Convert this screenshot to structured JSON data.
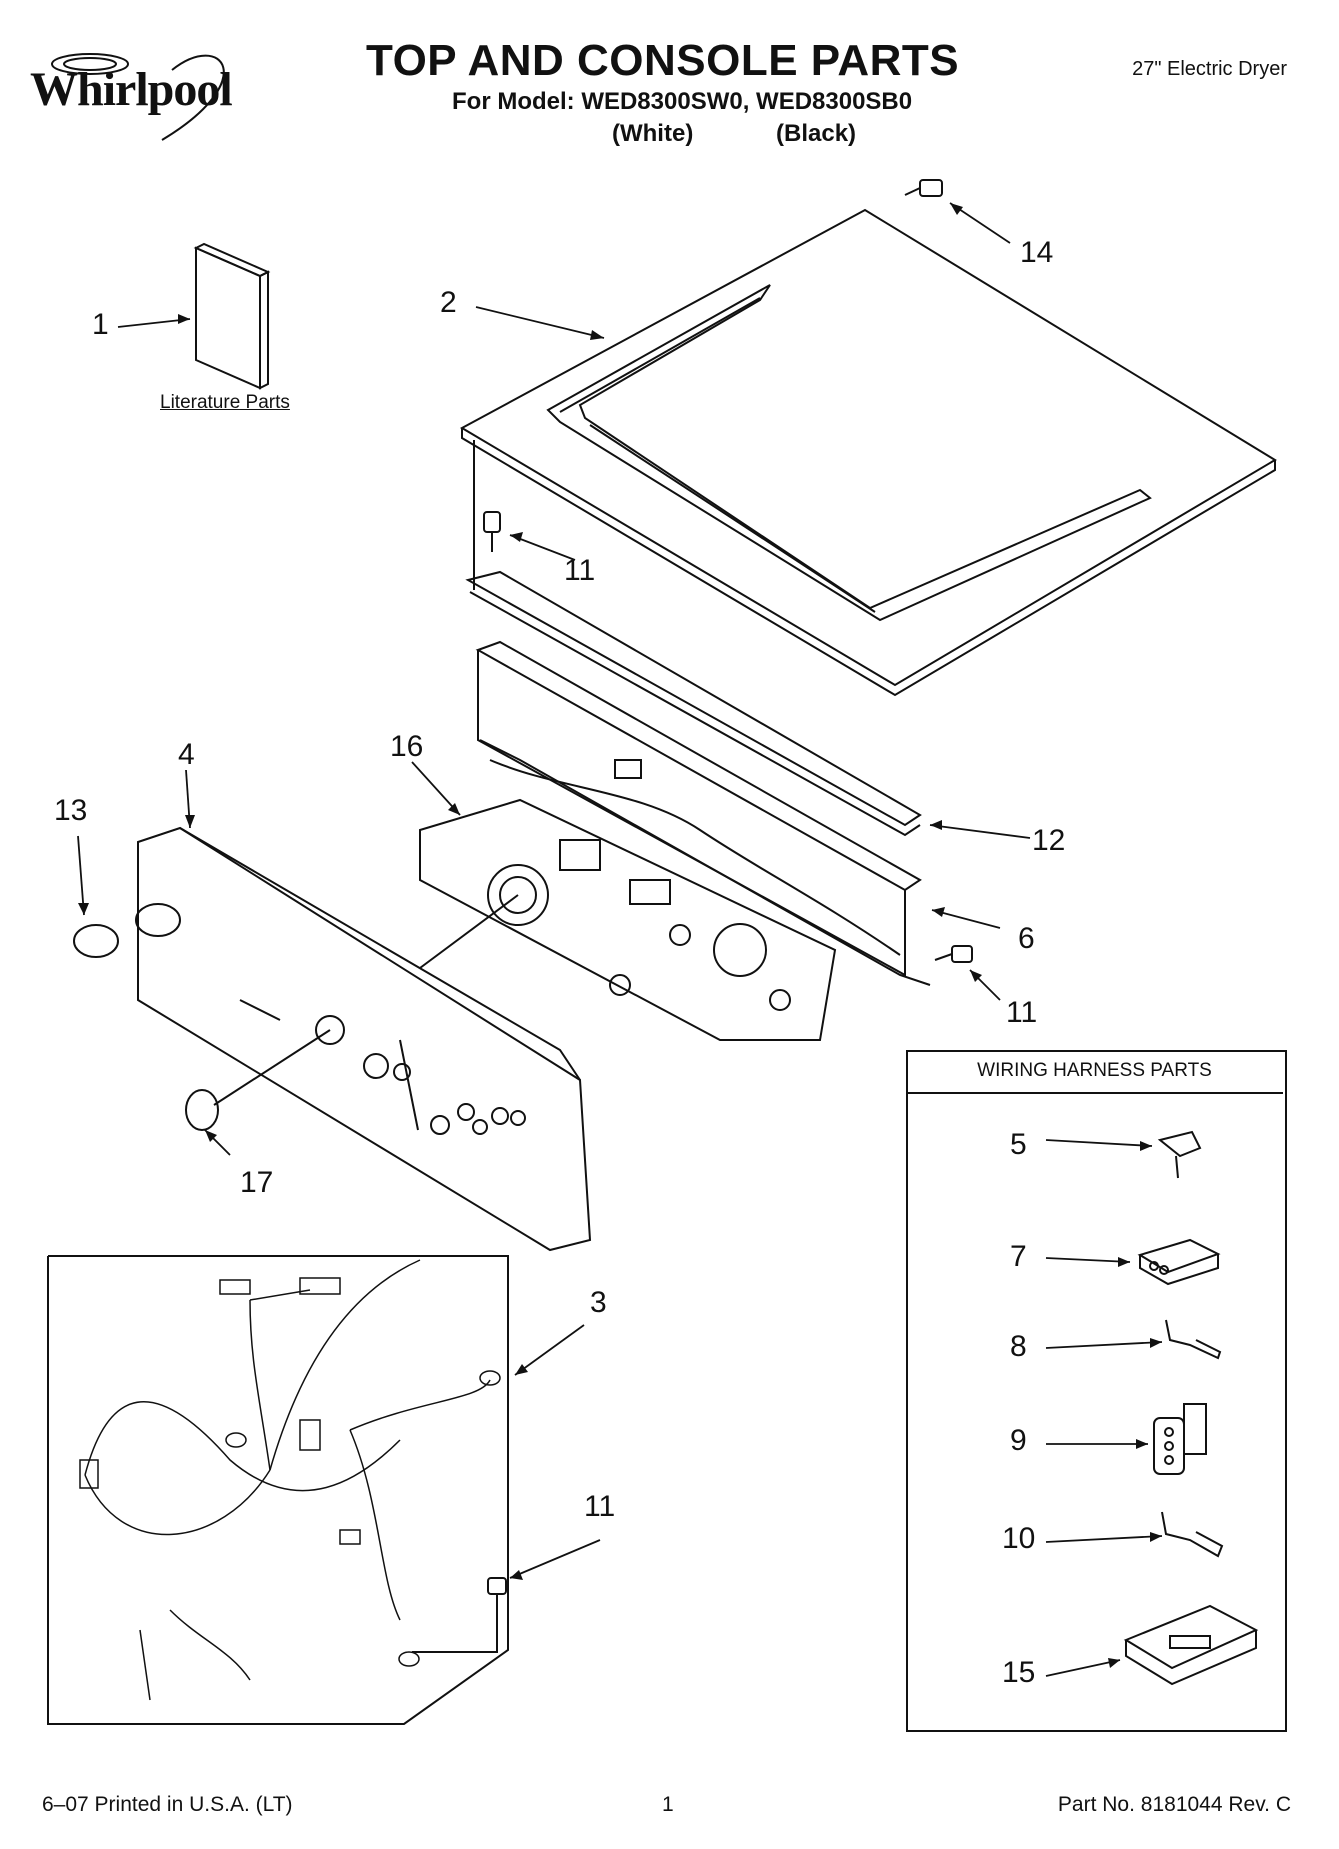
{
  "header": {
    "brand": "Whirlpool",
    "title": "TOP AND CONSOLE PARTS",
    "subtitle": "For Model: WED8300SW0, WED8300SB0",
    "variant_white": "(White)",
    "variant_black": "(Black)",
    "product_type": "27\" Electric Dryer"
  },
  "literature_label": "Literature Parts",
  "wiring_harness_title": "WIRING HARNESS PARTS",
  "callouts": {
    "c1": "1",
    "c2": "2",
    "c3": "3",
    "c4": "4",
    "c5": "5",
    "c6": "6",
    "c7": "7",
    "c8": "8",
    "c9": "9",
    "c10": "10",
    "c11a": "11",
    "c11b": "11",
    "c11c": "11",
    "c12": "12",
    "c13": "13",
    "c14": "14",
    "c15": "15",
    "c16": "16",
    "c17": "17"
  },
  "footer": {
    "printed": "6–07 Printed in U.S.A. (LT)",
    "page": "1",
    "part_no": "Part No. 8181044 Rev. C"
  }
}
